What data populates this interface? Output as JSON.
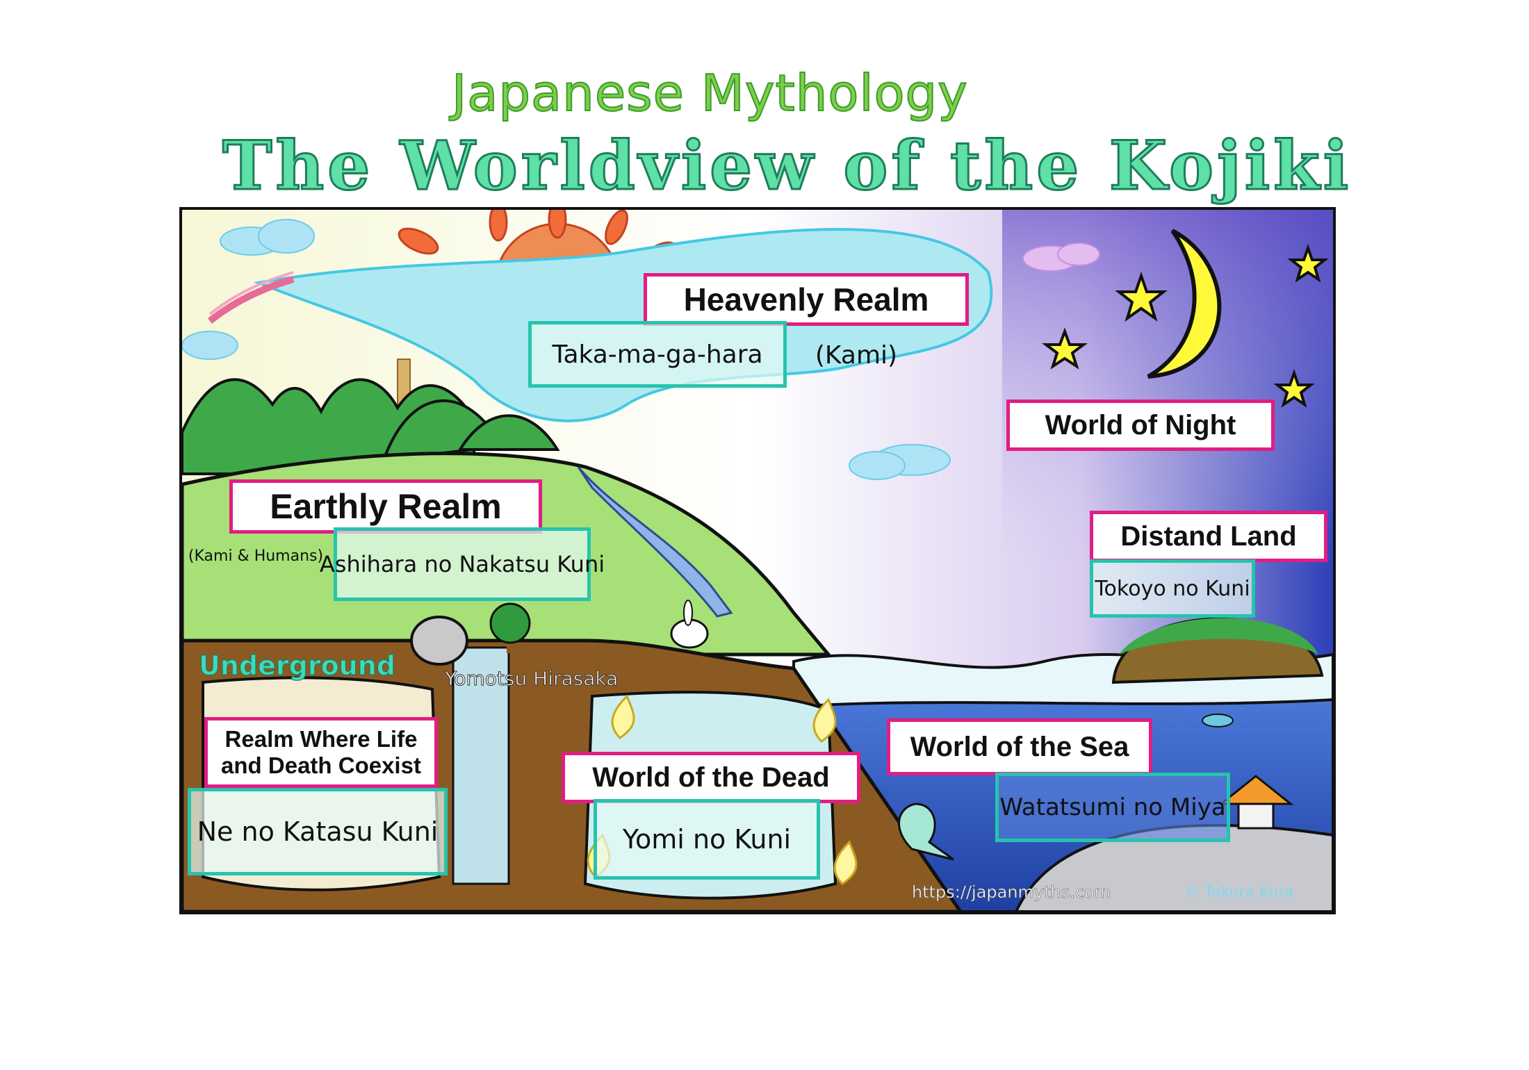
{
  "title": {
    "line1": "Japanese Mythology",
    "line2": "The Worldview of the Kojiki"
  },
  "realms": {
    "heavenly": {
      "name": "Heavenly Realm",
      "native": "Taka-ma-ga-hara",
      "note": "(Kami)"
    },
    "night": {
      "name": "World of Night"
    },
    "earthly": {
      "name": "Earthly Realm",
      "native": "Ashihara no Nakatsu Kuni",
      "note": "(Kami & Humans)"
    },
    "distant": {
      "name": "Distand Land",
      "native": "Tokoyo no Kuni"
    },
    "underground": {
      "name": "Underground"
    },
    "passage": {
      "name": "Yomotsu Hirasaka"
    },
    "life_death": {
      "name_line1": "Realm Where Life",
      "name_line2": "and Death Coexist",
      "native": "Ne no Katasu Kuni"
    },
    "dead": {
      "name": "World of the Dead",
      "native": "Yomi no Kuni"
    },
    "sea": {
      "name": "World of the Sea",
      "native": "Watatsumi no Miya"
    }
  },
  "footer": {
    "url": "https://japanmyths.com",
    "credit": "© Tokura Kura"
  },
  "colors": {
    "label_border": "#e21d83",
    "native_border": "#26c4ad",
    "title_top": "#7ccf4a",
    "title_main": "#5ee0a6"
  }
}
